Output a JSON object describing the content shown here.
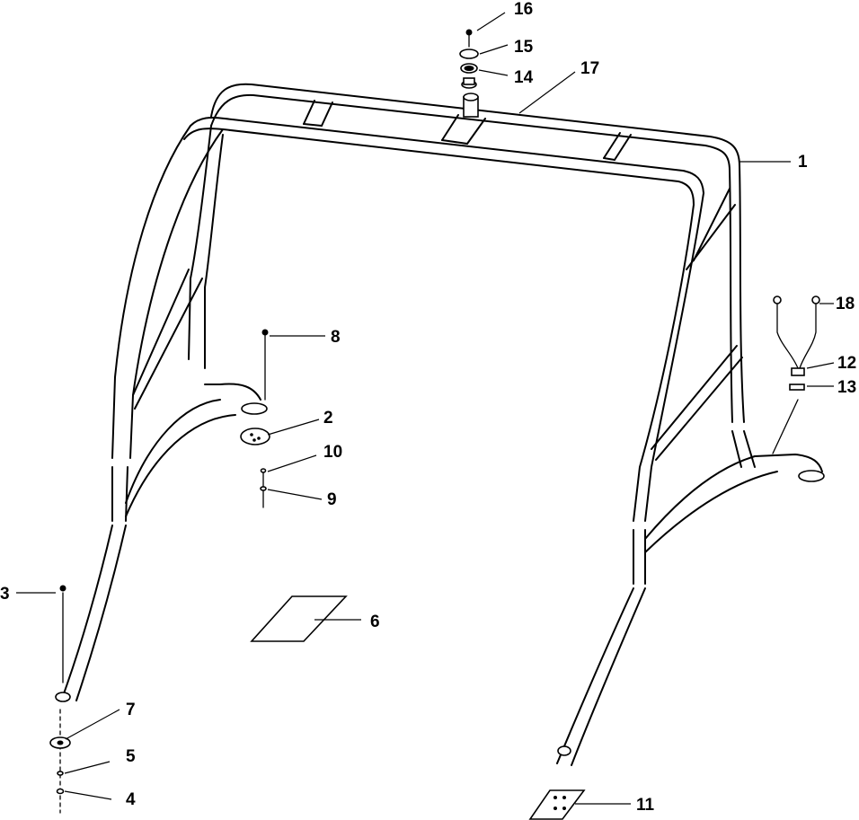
{
  "callouts": {
    "c1": "1",
    "c2": "2",
    "c3": "3",
    "c4": "4",
    "c5": "5",
    "c6": "6",
    "c7": "7",
    "c8": "8",
    "c9": "9",
    "c10": "10",
    "c11": "11",
    "c12": "12",
    "c13": "13",
    "c14": "14",
    "c15": "15",
    "c16": "16",
    "c17": "17",
    "c18": "18"
  }
}
